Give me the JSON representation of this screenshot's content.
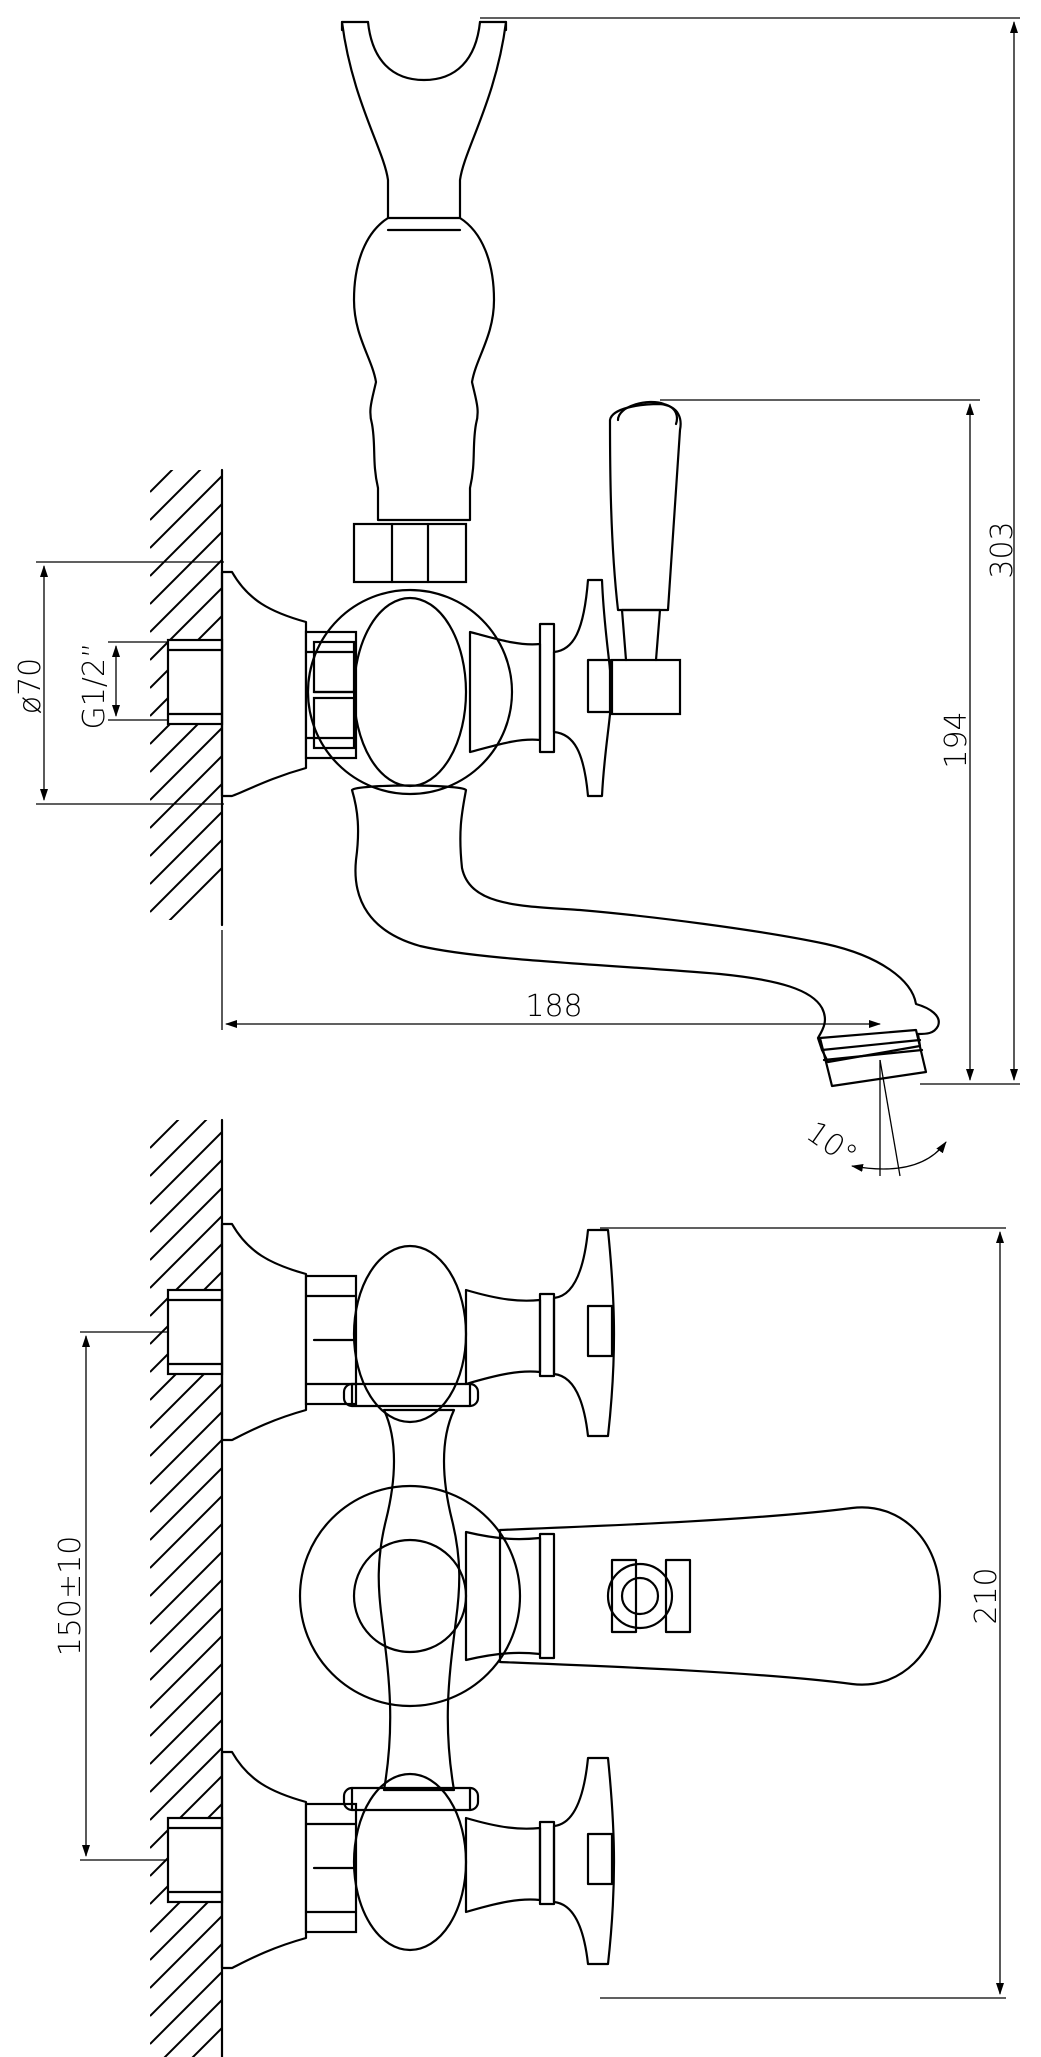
{
  "diagram": {
    "dimensions": {
      "diameter": "ø70",
      "thread": "G1/2”",
      "total_height": "303",
      "spout_height": "194",
      "spout_reach": "188",
      "spout_angle": "10°",
      "centers": "150±10",
      "width": "210"
    },
    "colors": {
      "line": "#000000",
      "background": "#ffffff"
    }
  }
}
